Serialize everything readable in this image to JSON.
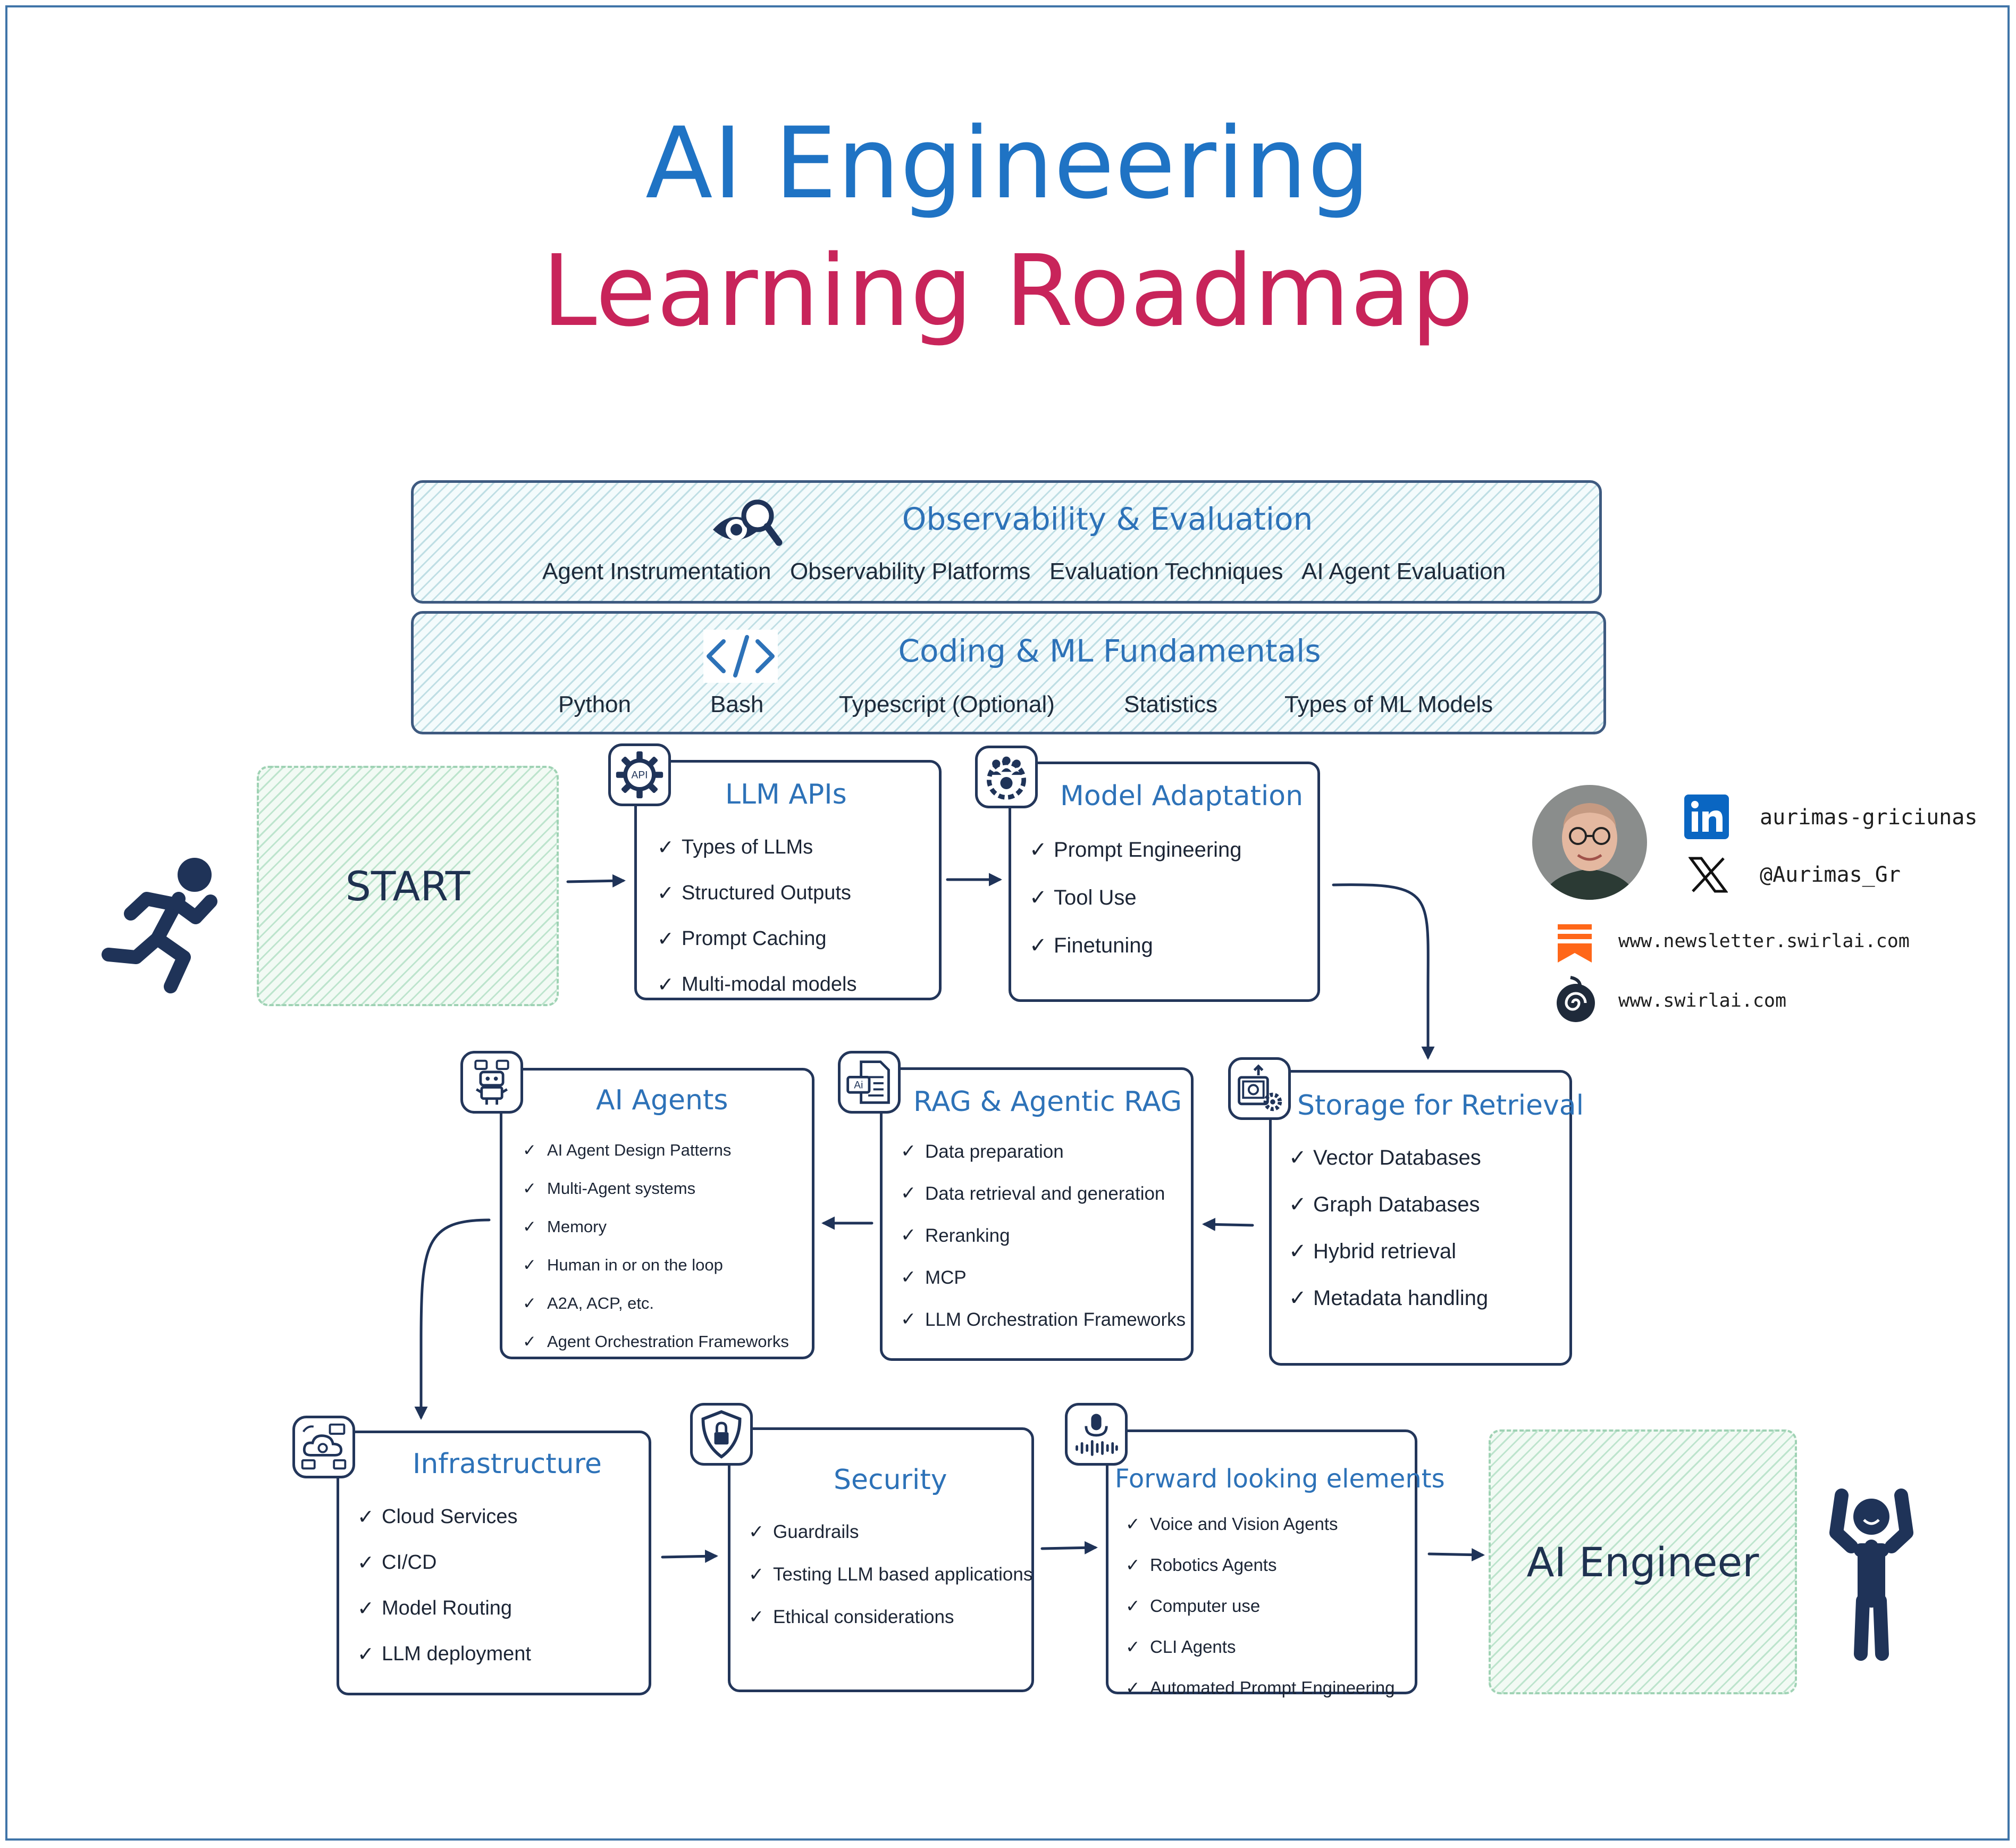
{
  "title": {
    "line1": "AI Engineering",
    "line2": "Learning Roadmap"
  },
  "bands": [
    {
      "title": "Observability & Evaluation",
      "icon": "eye-magnifier-icon",
      "items": [
        "Agent Instrumentation",
        "Observability Platforms",
        "Evaluation Techniques",
        "AI Agent Evaluation"
      ]
    },
    {
      "title": "Coding & ML Fundamentals",
      "icon": "code-brackets-icon",
      "items": [
        "Python",
        "Bash",
        "Typescript (Optional)",
        "Statistics",
        "Types of ML Models"
      ]
    }
  ],
  "start": "START",
  "end": "AI Engineer",
  "check": "✓",
  "cards": {
    "llm_apis": {
      "title": "LLM APIs",
      "icon": "api-gear-icon",
      "items": [
        "Types of LLMs",
        "Structured Outputs",
        "Prompt Caching",
        "Multi-modal models"
      ]
    },
    "model_adaptation": {
      "title": "Model Adaptation",
      "icon": "team-gear-icon",
      "items": [
        "Prompt Engineering",
        "Tool Use",
        "Finetuning"
      ]
    },
    "storage": {
      "title": "Storage for Retrieval",
      "icon": "storage-settings-icon",
      "items": [
        "Vector Databases",
        "Graph Databases",
        "Hybrid retrieval",
        "Metadata handling"
      ]
    },
    "rag": {
      "title": "RAG & Agentic RAG",
      "icon": "ai-document-icon",
      "items": [
        "Data preparation",
        "Data retrieval and generation",
        "Reranking",
        "MCP",
        "LLM Orchestration Frameworks"
      ]
    },
    "agents": {
      "title": "AI Agents",
      "icon": "robot-icon",
      "items": [
        "AI Agent Design Patterns",
        "Multi-Agent systems",
        "Memory",
        "Human in or on the loop",
        "A2A, ACP, etc.",
        "Agent Orchestration Frameworks"
      ]
    },
    "infra": {
      "title": "Infrastructure",
      "icon": "cloud-network-icon",
      "items": [
        "Cloud Services",
        "CI/CD",
        "Model Routing",
        "LLM deployment"
      ]
    },
    "security": {
      "title": "Security",
      "icon": "shield-lock-icon",
      "items": [
        "Guardrails",
        "Testing LLM based applications",
        "Ethical considerations"
      ]
    },
    "forward": {
      "title": "Forward looking elements",
      "icon": "microphone-wave-icon",
      "items": [
        "Voice and Vision Agents",
        "Robotics Agents",
        "Computer use",
        "CLI Agents",
        "Automated Prompt Engineering"
      ]
    }
  },
  "social": {
    "linkedin": "aurimas-griciunas",
    "x": "@Aurimas_Gr",
    "newsletter": "www.newsletter.swirlai.com",
    "site": "www.swirlai.com"
  },
  "colors": {
    "title_blue": "#1f73c4",
    "title_red": "#c8245a",
    "card_title": "#2d72b8",
    "navy": "#23365a",
    "linkedin": "#0a66c2",
    "substack": "#ff6719"
  }
}
